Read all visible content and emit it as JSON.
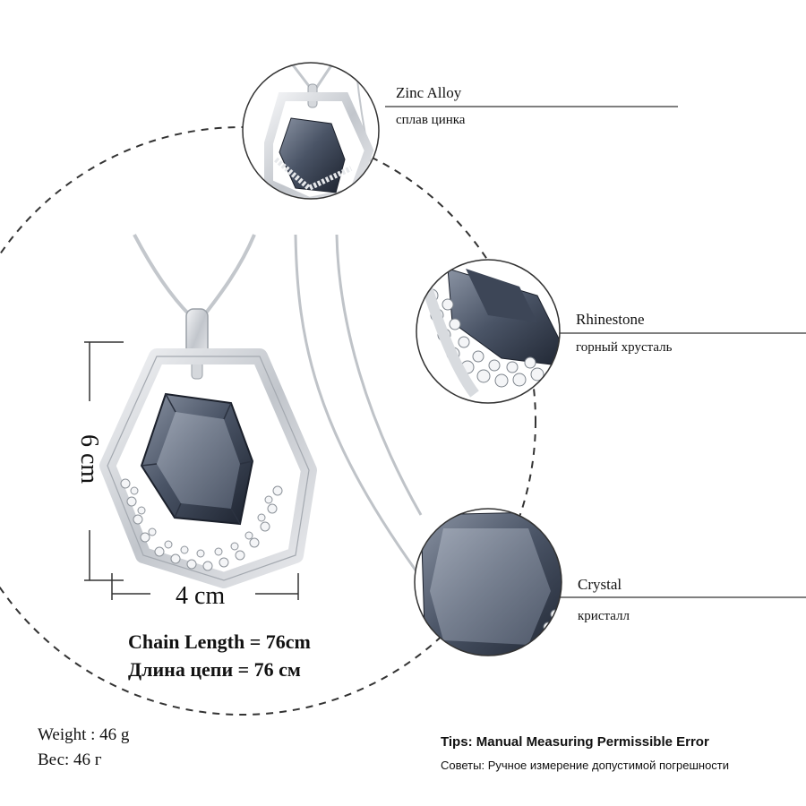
{
  "callouts": {
    "zinc_alloy": {
      "en": "Zinc Alloy",
      "ru": "сплав цинка"
    },
    "rhinestone": {
      "en": "Rhinestone",
      "ru": "горный хрусталь"
    },
    "crystal": {
      "en": "Crystal",
      "ru": "кристалл"
    }
  },
  "dimensions": {
    "height": "6 cm",
    "width": "4 cm"
  },
  "chain_length": {
    "en": "Chain Length = 76cm",
    "ru": "Длина цепи = 76 см"
  },
  "weight": {
    "en": "Weight : 46 g",
    "ru": "Вес: 46 г"
  },
  "tips": {
    "en": "Tips: Manual Measuring Permissible Error",
    "ru": "Советы: Ручное измерение допустимой погрешности"
  },
  "colors": {
    "gem": "#2e3646",
    "gem_light": "#6c7788",
    "metal": "#cfd2d6",
    "dashed": "#333333"
  }
}
